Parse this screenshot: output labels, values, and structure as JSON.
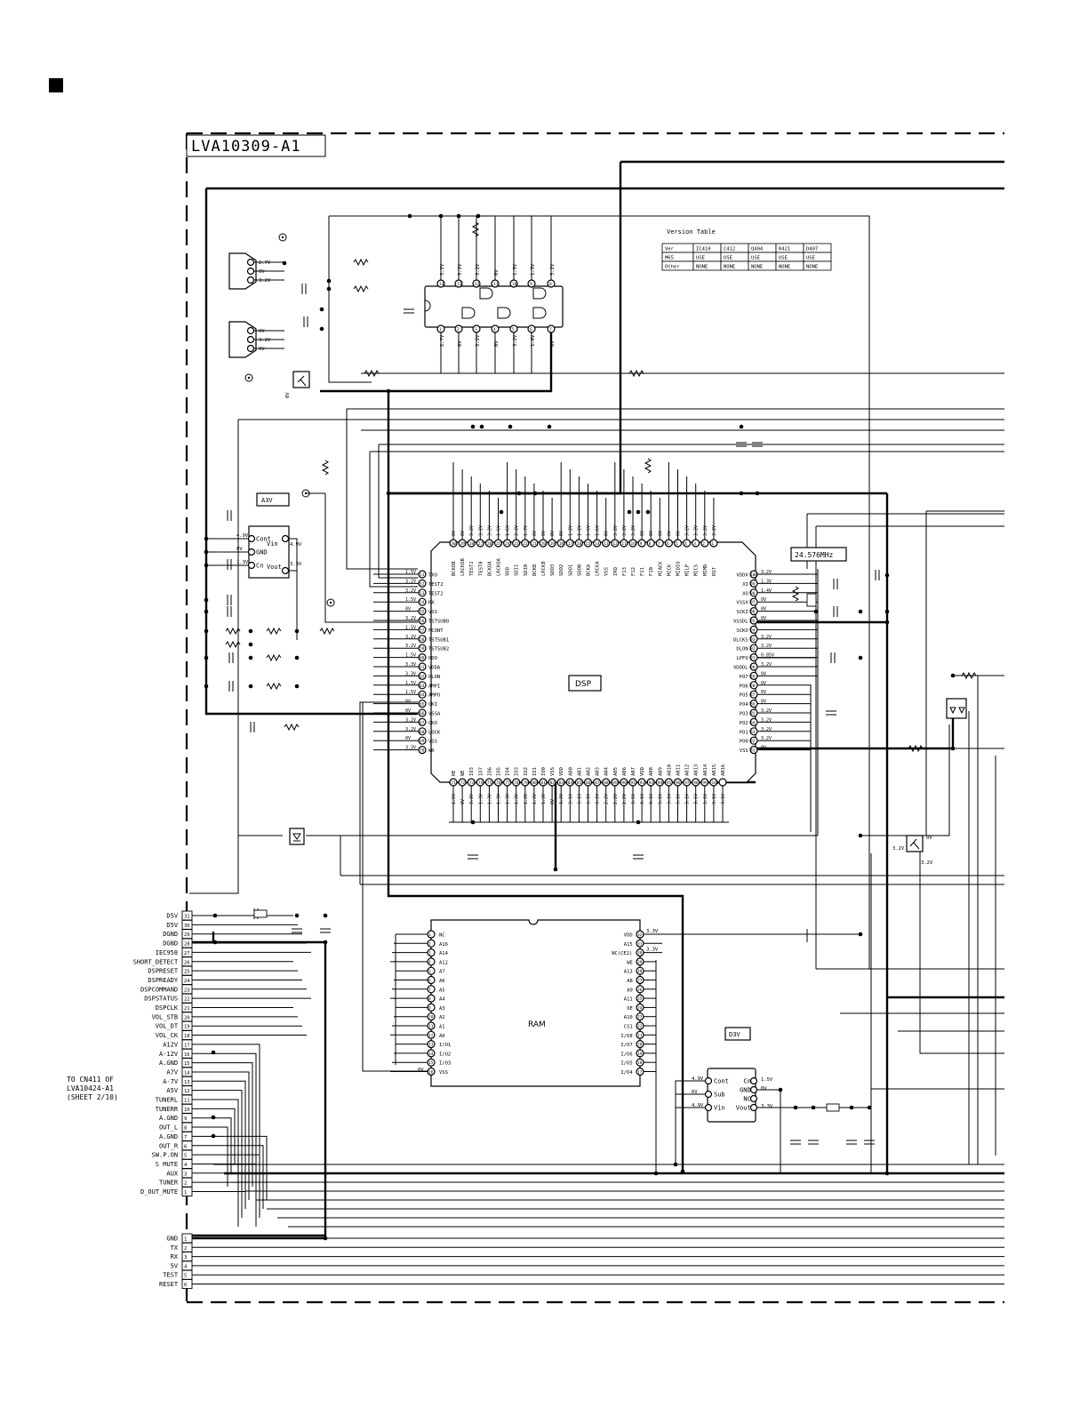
{
  "board_label": "LVA10309-A1",
  "version_table": {
    "title": "Version Table",
    "headers": [
      "Ver",
      "IC410",
      "C412",
      "Q404",
      "R421",
      "D407"
    ],
    "rows": [
      [
        "M65",
        "USE",
        "USE",
        "USE",
        "USE",
        "USE"
      ],
      [
        "Other",
        "NONE",
        "NONE",
        "NONE",
        "NONE",
        "NONE"
      ]
    ]
  },
  "ic_labels": {
    "dsp": "DSP",
    "ram": "RAM",
    "a3v": "A3V",
    "d3v": "D3V",
    "crystal": "24.576MHz"
  },
  "a3v_regulator": {
    "left": [
      "Cont",
      "GND",
      "Cn"
    ],
    "right": [
      "Vin",
      "Vout"
    ],
    "left_volts": [
      "4.9V",
      "0V",
      "1.3V"
    ],
    "right_volts": [
      "4.9V",
      "3.3V"
    ]
  },
  "d3v_regulator": {
    "left": [
      "Cont",
      "Sub",
      "Vin"
    ],
    "right": [
      "Cn",
      "GND",
      "NC",
      "Vout"
    ],
    "left_volts": [
      "4.9V",
      "0V",
      "4.9V"
    ],
    "right_volts": [
      "1.5V",
      "0V",
      "",
      "3.3V"
    ]
  },
  "dsp_left_pins": [
    {
      "n": "51",
      "name": "TXO",
      "v": "1.5V"
    },
    {
      "n": "52",
      "name": "TEST2",
      "v": "3.2V"
    },
    {
      "n": "53",
      "name": "TEST2",
      "v": "3.2V"
    },
    {
      "n": "54",
      "name": "RX",
      "v": "1.5V"
    },
    {
      "n": "55",
      "name": "VSS",
      "v": "0V"
    },
    {
      "n": "56",
      "name": "TSTSUB0",
      "v": "3.2V"
    },
    {
      "n": "57",
      "name": "FCONT",
      "v": "1.5V"
    },
    {
      "n": "58",
      "name": "TSTSUB1",
      "v": "3.2V"
    },
    {
      "n": "59",
      "name": "TSTSUB2",
      "v": "3.2V"
    },
    {
      "n": "60",
      "name": "PDO",
      "v": "1.5V"
    },
    {
      "n": "61",
      "name": "VDDA",
      "v": "3.3V"
    },
    {
      "n": "62",
      "name": "PLON",
      "v": "3.3V"
    },
    {
      "n": "63",
      "name": "AMPI",
      "v": "1.5V"
    },
    {
      "n": "64",
      "name": "AMPO",
      "v": "1.5V"
    },
    {
      "n": "65",
      "name": "CKI",
      "v": "0V"
    },
    {
      "n": "66",
      "name": "VSSA",
      "v": "0V"
    },
    {
      "n": "67",
      "name": "CKO",
      "v": "3.2V"
    },
    {
      "n": "68",
      "name": "LOCK",
      "v": "3.2V"
    },
    {
      "n": "69",
      "name": "VSS",
      "v": "0V"
    },
    {
      "n": "70",
      "name": "WR",
      "v": "3.3V"
    }
  ],
  "dsp_right_pins": [
    {
      "n": "100",
      "name": "VDDX",
      "v": "3.2V"
    },
    {
      "n": "99",
      "name": "XI",
      "v": "1.3V"
    },
    {
      "n": "98",
      "name": "XO",
      "v": "1.4V"
    },
    {
      "n": "97",
      "name": "VSSX",
      "v": "0V"
    },
    {
      "n": "96",
      "name": "SCKI",
      "v": "0V"
    },
    {
      "n": "95",
      "name": "VSSDL",
      "v": "0V"
    },
    {
      "n": "94",
      "name": "SCKO",
      "v": ""
    },
    {
      "n": "93",
      "name": "DLCKS",
      "v": "3.2V"
    },
    {
      "n": "92",
      "name": "DLON",
      "v": "3.2V"
    },
    {
      "n": "91",
      "name": "LPFO",
      "v": "0.85V"
    },
    {
      "n": "90",
      "name": "VDDDL",
      "v": "3.2V"
    },
    {
      "n": "89",
      "name": "PO7",
      "v": "0V"
    },
    {
      "n": "88",
      "name": "PO6",
      "v": "0V"
    },
    {
      "n": "87",
      "name": "PO5",
      "v": "0V"
    },
    {
      "n": "86",
      "name": "PO4",
      "v": "0V"
    },
    {
      "n": "85",
      "name": "PO3",
      "v": "3.2V"
    },
    {
      "n": "84",
      "name": "PO2",
      "v": "3.2V"
    },
    {
      "n": "83",
      "name": "PO1",
      "v": "3.2V"
    },
    {
      "n": "82",
      "name": "PO0",
      "v": "3.2V"
    },
    {
      "n": "81",
      "name": "VSS",
      "v": "0V"
    }
  ],
  "dsp_top_pins": [
    {
      "n": "30",
      "name": "BCKOB",
      "v": "0V"
    },
    {
      "n": "29",
      "name": "LRCKOB",
      "v": "0V"
    },
    {
      "n": "28",
      "name": "TEST1",
      "v": "3.2V"
    },
    {
      "n": "27",
      "name": "TEST0",
      "v": "3.2V"
    },
    {
      "n": "26",
      "name": "BCKOA",
      "v": "3.2V"
    },
    {
      "n": "25",
      "name": "LRCKOA",
      "v": "1.6V"
    },
    {
      "n": "24",
      "name": "VDD",
      "v": "1.6V"
    },
    {
      "n": "23",
      "name": "SDI1",
      "v": "3.2V"
    },
    {
      "n": "22",
      "name": "SDI0",
      "v": "1.7V"
    },
    {
      "n": "21",
      "name": "BCKB",
      "v": "0V"
    },
    {
      "n": "20",
      "name": "LRCKB",
      "v": "0V"
    },
    {
      "n": "19",
      "name": "SDO3",
      "v": "0V"
    },
    {
      "n": "18",
      "name": "SDO2",
      "v": "0V"
    },
    {
      "n": "17",
      "name": "SDO1",
      "v": "1.2V"
    },
    {
      "n": "16",
      "name": "SDO0",
      "v": "1.2V"
    },
    {
      "n": "15",
      "name": "BCKA",
      "v": "1.6V"
    },
    {
      "n": "14",
      "name": "LRCKA",
      "v": "1.6V"
    },
    {
      "n": "13",
      "name": "VSS",
      "v": "0V"
    },
    {
      "n": "12",
      "name": "IRQ",
      "v": "3.2V"
    },
    {
      "n": "11",
      "name": "F13",
      "v": "3.2V"
    },
    {
      "n": "10",
      "name": "F12",
      "v": "3.2V"
    },
    {
      "n": "9",
      "name": "F11",
      "v": "0V"
    },
    {
      "n": "8",
      "name": "F10",
      "v": "0V"
    },
    {
      "n": "7",
      "name": "MIACK",
      "v": "0V"
    },
    {
      "n": "6",
      "name": "MICK",
      "v": "0V"
    },
    {
      "n": "5",
      "name": "MIDIO",
      "v": "0V"
    },
    {
      "n": "4",
      "name": "MILP",
      "v": "3.2V"
    },
    {
      "n": "3",
      "name": "MICS",
      "v": "3.2V"
    },
    {
      "n": "2",
      "name": "MIMD",
      "v": "3.2V"
    },
    {
      "n": "1",
      "name": "RST",
      "v": "3.2V"
    }
  ],
  "dsp_bottom_pins": [
    {
      "n": "71",
      "name": "RE",
      "v": "1.5V"
    },
    {
      "n": "72",
      "name": "WE",
      "v": "0V"
    },
    {
      "n": "73",
      "name": "IO3",
      "v": "3.3V"
    },
    {
      "n": "74",
      "name": "IO7",
      "v": "1.3V"
    },
    {
      "n": "75",
      "name": "IO6",
      "v": "1.3V"
    },
    {
      "n": "76",
      "name": "IO5",
      "v": "1.3V"
    },
    {
      "n": "77",
      "name": "IO4",
      "v": "1.3V"
    },
    {
      "n": "78",
      "name": "IO3",
      "v": "1.3V"
    },
    {
      "n": "79",
      "name": "IO2",
      "v": "1.3V"
    },
    {
      "n": "80",
      "name": "IO1",
      "v": "1.3V"
    },
    {
      "n": "81",
      "name": "IO0",
      "v": "1.3V"
    },
    {
      "n": "82",
      "name": "VSS",
      "v": "0V"
    },
    {
      "n": "83",
      "name": "VDD",
      "v": "3.3V"
    },
    {
      "n": "84",
      "name": "A00",
      "v": "3.1V"
    },
    {
      "n": "85",
      "name": "A01",
      "v": "3.1V"
    },
    {
      "n": "86",
      "name": "A02",
      "v": "3.1V"
    },
    {
      "n": "87",
      "name": "A03",
      "v": "3.1V"
    },
    {
      "n": "88",
      "name": "A04",
      "v": "2.2V"
    },
    {
      "n": "89",
      "name": "A05",
      "v": "2.2V"
    },
    {
      "n": "90",
      "name": "A06",
      "v": "2.2V"
    },
    {
      "n": "91",
      "name": "A07",
      "v": "3.1V"
    },
    {
      "n": "92",
      "name": "VDD",
      "v": "3.1V"
    },
    {
      "n": "93",
      "name": "A08",
      "v": "3.1V"
    },
    {
      "n": "94",
      "name": "A09",
      "v": "3.1V"
    },
    {
      "n": "95",
      "name": "A010",
      "v": "3.1V"
    },
    {
      "n": "96",
      "name": "A011",
      "v": "3.1V"
    },
    {
      "n": "97",
      "name": "A012",
      "v": "3.1V"
    },
    {
      "n": "98",
      "name": "A013",
      "v": "3.1V"
    },
    {
      "n": "99",
      "name": "A014",
      "v": "3.1V"
    },
    {
      "n": "100",
      "name": "A015",
      "v": "3.1V"
    },
    {
      "n": "",
      "name": "A016",
      "v": "3.1V"
    }
  ],
  "ram_left_pins": [
    {
      "n": "1",
      "name": "NC"
    },
    {
      "n": "2",
      "name": "A16"
    },
    {
      "n": "3",
      "name": "A14"
    },
    {
      "n": "4",
      "name": "A12"
    },
    {
      "n": "5",
      "name": "A7"
    },
    {
      "n": "6",
      "name": "A6"
    },
    {
      "n": "7",
      "name": "A5"
    },
    {
      "n": "8",
      "name": "A4"
    },
    {
      "n": "9",
      "name": "A3"
    },
    {
      "n": "10",
      "name": "A2"
    },
    {
      "n": "11",
      "name": "A1"
    },
    {
      "n": "12",
      "name": "A0"
    },
    {
      "n": "13",
      "name": "I/O1"
    },
    {
      "n": "14",
      "name": "I/O2"
    },
    {
      "n": "15",
      "name": "I/O3"
    },
    {
      "n": "16",
      "name": "VSS"
    }
  ],
  "ram_right_pins": [
    {
      "n": "32",
      "name": "VDD",
      "v": "3.3V"
    },
    {
      "n": "31",
      "name": "A15",
      "v": ""
    },
    {
      "n": "30",
      "name": "NC(CE2)",
      "v": "3.3V"
    },
    {
      "n": "29",
      "name": "WE",
      "v": ""
    },
    {
      "n": "28",
      "name": "A13",
      "v": ""
    },
    {
      "n": "27",
      "name": "A8",
      "v": ""
    },
    {
      "n": "26",
      "name": "A9",
      "v": ""
    },
    {
      "n": "25",
      "name": "A11",
      "v": ""
    },
    {
      "n": "24",
      "name": "OE",
      "v": ""
    },
    {
      "n": "23",
      "name": "A10",
      "v": ""
    },
    {
      "n": "22",
      "name": "CS1",
      "v": ""
    },
    {
      "n": "21",
      "name": "I/O8",
      "v": ""
    },
    {
      "n": "20",
      "name": "I/O7",
      "v": ""
    },
    {
      "n": "19",
      "name": "I/O6",
      "v": ""
    },
    {
      "n": "18",
      "name": "I/O5",
      "v": ""
    },
    {
      "n": "17",
      "name": "I/O4",
      "v": ""
    }
  ],
  "ram_vss_volt": "0V",
  "connector_pins": [
    {
      "n": "31",
      "name": "D5V"
    },
    {
      "n": "30",
      "name": "D5V"
    },
    {
      "n": "29",
      "name": "DGND"
    },
    {
      "n": "28",
      "name": "DGND"
    },
    {
      "n": "27",
      "name": "IEC958"
    },
    {
      "n": "26",
      "name": "SHORT_DETECT"
    },
    {
      "n": "25",
      "name": "DSPRESET"
    },
    {
      "n": "24",
      "name": "DSPREADY"
    },
    {
      "n": "23",
      "name": "DSPCOMMAND"
    },
    {
      "n": "22",
      "name": "DSPSTATUS"
    },
    {
      "n": "21",
      "name": "DSPCLK"
    },
    {
      "n": "20",
      "name": "VOL_STB"
    },
    {
      "n": "19",
      "name": "VOL_DT"
    },
    {
      "n": "18",
      "name": "VOL_CK"
    },
    {
      "n": "17",
      "name": "A12V"
    },
    {
      "n": "16",
      "name": "A-12V"
    },
    {
      "n": "15",
      "name": "A.GND"
    },
    {
      "n": "14",
      "name": "A7V"
    },
    {
      "n": "13",
      "name": "A-7V"
    },
    {
      "n": "12",
      "name": "A5V"
    },
    {
      "n": "11",
      "name": "TUNERL"
    },
    {
      "n": "10",
      "name": "TUNERR"
    },
    {
      "n": "9",
      "name": "A.GND"
    },
    {
      "n": "8",
      "name": "OUT_L"
    },
    {
      "n": "7",
      "name": "A.GND"
    },
    {
      "n": "6",
      "name": "OUT_R"
    },
    {
      "n": "5",
      "name": "SW.P.ON"
    },
    {
      "n": "4",
      "name": "S MUTE"
    },
    {
      "n": "3",
      "name": "AUX"
    },
    {
      "n": "2",
      "name": "TUNER"
    },
    {
      "n": "1",
      "name": "D_OUT_MUTE"
    }
  ],
  "connector_note": [
    "TO CN411 OF",
    "LVA10424-A1",
    "(SHEET 2/10)"
  ],
  "bottom_connector_pins": [
    {
      "n": "1",
      "name": "GND"
    },
    {
      "n": "2",
      "name": "TX"
    },
    {
      "n": "3",
      "name": "RX"
    },
    {
      "n": "4",
      "name": "5V"
    },
    {
      "n": "5",
      "name": "TEST"
    },
    {
      "n": "6",
      "name": "RESET"
    }
  ],
  "top_connector_volts": [
    "2.7V",
    "0V",
    "3.2V"
  ],
  "mid_connector_volts": [
    "0V",
    "3.2V",
    "0V"
  ],
  "logic_ic_top_pins": [
    {
      "n": "14",
      "v": "3.2V"
    },
    {
      "n": "13",
      "v": "3.2V"
    },
    {
      "n": "12",
      "v": "3.2V"
    },
    {
      "n": "11",
      "v": "0V"
    },
    {
      "n": "10",
      "v": "1.5V"
    },
    {
      "n": "9",
      "v": "1.5V"
    },
    {
      "n": "8",
      "v": "3.2V"
    }
  ],
  "logic_ic_bottom_pins": [
    {
      "n": "1",
      "v": "2.7V"
    },
    {
      "n": "2",
      "v": "0V"
    },
    {
      "n": "3",
      "v": "3.2V"
    },
    {
      "n": "4",
      "v": "0V"
    },
    {
      "n": "5",
      "v": "3.2V"
    },
    {
      "n": "6",
      "v": "1.6V"
    },
    {
      "n": "7",
      "v": "0V"
    }
  ],
  "transistor_volts": {
    "q_left": "0V",
    "q_right_base": "3.2V",
    "q_right_c": "0V",
    "q_right_e": "3.2V"
  }
}
